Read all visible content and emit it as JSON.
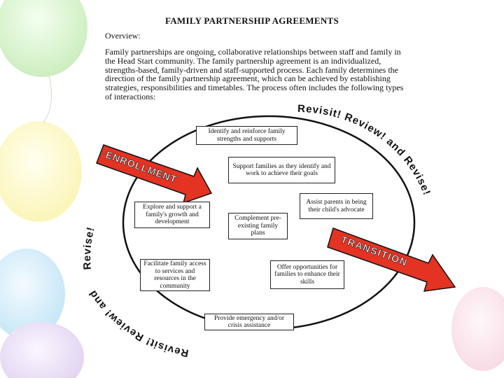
{
  "doc": {
    "title": "FAMILY PARTNERSHIP AGREEMENTS",
    "overview_label": "Overview:",
    "paragraph": "Family partnerships are ongoing, collaborative relationships between staff and family in the Head Start community.  The family partnership agreement is an individualized, strengths-based, family-driven and staff-supported process.  Each family determines the direction of the family partnership agreement, which can be achieved by establishing strategies, responsibilities and timetables.  The process often includes the following types of interactions:"
  },
  "diagram": {
    "boxes": {
      "identify": "Identify and reinforce family strengths and supports",
      "support": "Support families as they identify and work to achieve their goals",
      "assist": "Assist parents in being their child's advocate",
      "explore": "Explore and support a family's growth and development",
      "complement": "Complement pre-existing family plans",
      "facilitate": "Facilitate family access to services and resources in the community",
      "offer": "Offer opportunities for families to enhance their skills",
      "provide": "Provide emergency and/or crisis assistance"
    },
    "arrows": {
      "enrollment": "ENROLLMENT",
      "transition": "TRANSITION"
    },
    "arc_labels": {
      "top": "Revisit! Review! and Revise!",
      "left": "Revise!",
      "bottom": "Revisit! Review! and"
    },
    "colors": {
      "arrow_fill": "#e53323",
      "arrow_stroke": "#111111"
    }
  }
}
